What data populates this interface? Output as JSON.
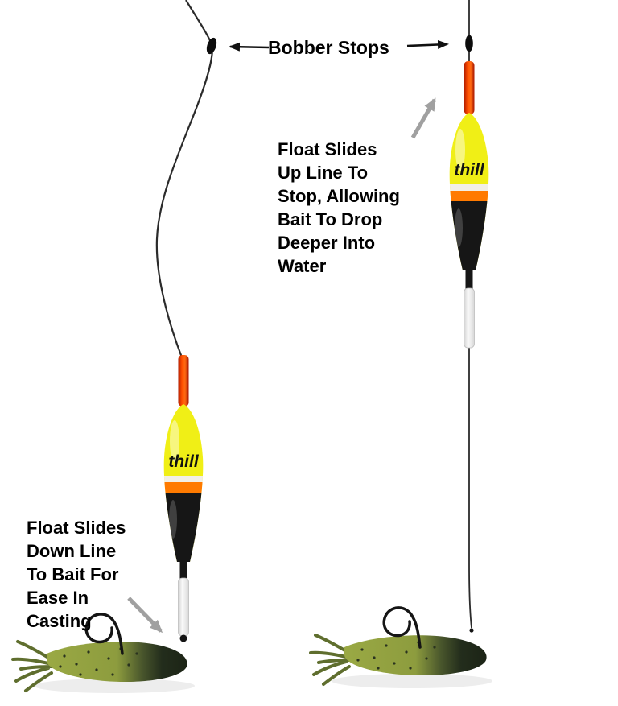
{
  "diagram": {
    "title": "Bobber Stops",
    "float_brand": "thill",
    "right_annotation": {
      "lines": [
        "Float Slides",
        "Up Line To",
        "Stop, Allowing",
        "Bait To Drop",
        "Deeper Into",
        "Water"
      ]
    },
    "left_annotation": {
      "lines": [
        "Float Slides",
        "Down Line",
        "To Bait For",
        "Ease In",
        "Casting"
      ]
    },
    "colors": {
      "text": "#000000",
      "label_arrow": "#111111",
      "annotation_arrow": "#a0a0a0",
      "fishing_line": "#2b2b2b",
      "float_antenna_orange": "#ff4f00",
      "float_antenna_dark": "#a81600",
      "float_body_yellow": "#f0ef16",
      "float_band_white": "#f2efe6",
      "float_band_orange": "#ff7a00",
      "float_body_black": "#161616",
      "float_stem_white": "#f4f4f4",
      "bait_green": "#93a43c",
      "bait_dark": "#1c2416",
      "background": "#ffffff"
    }
  }
}
